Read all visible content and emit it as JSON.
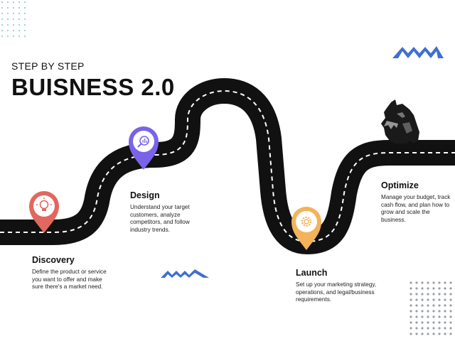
{
  "header": {
    "overline": "STEP BY STEP",
    "title": "BUISNESS 2.0"
  },
  "steps": [
    {
      "title": "Discovery",
      "description": "Define the product or service you want to offer and make sure there's a market need.",
      "pin_color": "#e0685e",
      "icon": "lightbulb-icon"
    },
    {
      "title": "Design",
      "description": "Understand your target customers, analyze competitors, and follow industry trends.",
      "pin_color": "#7a63e8",
      "icon": "magnifier-chart-icon"
    },
    {
      "title": "Launch",
      "description": "Set up your marketing strategy, operations, and legal/business requirements.",
      "pin_color": "#f2b35a",
      "icon": "gear-icon"
    },
    {
      "title": "Optimize",
      "description": "Manage your budget, track cash flow, and plan how to grow and scale the business.",
      "pin_color": null,
      "icon": null
    }
  ],
  "colors": {
    "road": "#111111",
    "road_dash": "#ffffff",
    "mountain_accent": "#3f6fd1",
    "dots": "#9aa0a6",
    "dots_teal": "#8fd3d0"
  },
  "decorations": {
    "mountains_icon": "mountains-icon",
    "dog_icon": "schnauzer-dog-icon",
    "dot_pattern": "dot-grid-pattern"
  }
}
